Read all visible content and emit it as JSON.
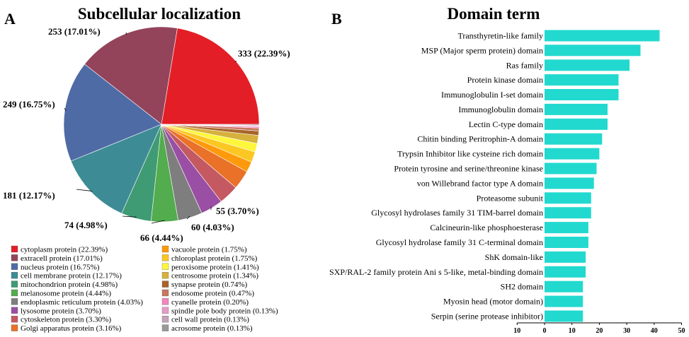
{
  "panel_a_letter": "A",
  "panel_b_letter": "B",
  "chart_data": [
    {
      "type": "pie",
      "title": "Subcellular localization",
      "slices": [
        {
          "name": "cytoplasm protein",
          "value": 333,
          "percent": 22.39,
          "color": "#e41e26",
          "legend": "cytoplasm protein (22.39%)",
          "label": "333 (22.39%)"
        },
        {
          "name": "extracell protein",
          "value": 253,
          "percent": 17.01,
          "color": "#93445b",
          "legend": "extracell protein (17.01%)",
          "label": "253 (17.01%)"
        },
        {
          "name": "nucleus protein",
          "value": 249,
          "percent": 16.75,
          "color": "#4f6ba5",
          "legend": "nucleus protein (16.75%)",
          "label": "249 (16.75%)"
        },
        {
          "name": "cell membrane protein",
          "value": 181,
          "percent": 12.17,
          "color": "#3d8b95",
          "legend": "cell membrane protein (12.17%)",
          "label": "181 (12.17%)"
        },
        {
          "name": "mitochondrion protein",
          "value": 74,
          "percent": 4.98,
          "color": "#3f9b73",
          "legend": "mitochondrion protein (4.98%)",
          "label": "74 (4.98%)"
        },
        {
          "name": "melanosome protein",
          "value": 66,
          "percent": 4.44,
          "color": "#53ac4e",
          "legend": "melanosome protein (4.44%)",
          "label": "66 (4.44%)"
        },
        {
          "name": "endoplasmic reticulum protein",
          "value": 60,
          "percent": 4.03,
          "color": "#7e7e7e",
          "legend": "endoplasmic reticulum protein (4.03%)",
          "label": "60 (4.03%)"
        },
        {
          "name": "lysosome protein",
          "value": 55,
          "percent": 3.7,
          "color": "#9a4fa4",
          "legend": "lysosome protein (3.70%)",
          "label": "55 (3.70%)"
        },
        {
          "name": "cytoskeleton protein",
          "value": 49,
          "percent": 3.3,
          "color": "#c45961",
          "legend": "cytoskeleton protein (3.30%)",
          "label": ""
        },
        {
          "name": "Golgi apparatus protein",
          "value": 47,
          "percent": 3.16,
          "color": "#e97128",
          "legend": "Golgi apparatus protein (3.16%)",
          "label": ""
        },
        {
          "name": "vacuole protein",
          "value": 26,
          "percent": 1.75,
          "color": "#fd9a0c",
          "legend": "vacuole protein (1.75%)",
          "label": ""
        },
        {
          "name": "chloroplast protein",
          "value": 26,
          "percent": 1.75,
          "color": "#fbc723",
          "legend": "chloroplast protein (1.75%)",
          "label": ""
        },
        {
          "name": "peroxisome protein",
          "value": 21,
          "percent": 1.41,
          "color": "#fef63b",
          "legend": "peroxisome protein (1.41%)",
          "label": ""
        },
        {
          "name": "centrosome protein",
          "value": 20,
          "percent": 1.34,
          "color": "#d6b13c",
          "legend": "centrosome protein  (1.34%)",
          "label": ""
        },
        {
          "name": "synapse protein",
          "value": 11,
          "percent": 0.74,
          "color": "#a8652a",
          "legend": "synapse protein (0.74%)",
          "label": ""
        },
        {
          "name": "endosome protein",
          "value": 7,
          "percent": 0.47,
          "color": "#c7785f",
          "legend": "endosome protein (0.47%)",
          "label": ""
        },
        {
          "name": "cyanelle protein",
          "value": 3,
          "percent": 0.2,
          "color": "#f286bd",
          "legend": "cyanelle protein (0.20%)",
          "label": ""
        },
        {
          "name": "spindle pole body protein",
          "value": 2,
          "percent": 0.13,
          "color": "#e59cc6",
          "legend": "spindle pole body protein (0.13%)",
          "label": ""
        },
        {
          "name": "cell wall protein",
          "value": 2,
          "percent": 0.13,
          "color": "#c2a3b9",
          "legend": "cell wall protein (0.13%)",
          "label": ""
        },
        {
          "name": "acrosome protein",
          "value": 2,
          "percent": 0.13,
          "color": "#999999",
          "legend": "acrosome protein (0.13%)",
          "label": ""
        }
      ]
    },
    {
      "type": "bar",
      "orientation": "horizontal",
      "title": "Domain term",
      "bar_color": "#22d9cf",
      "categories": [
        "Transthyretin-like family",
        "MSP (Major sperm protein) domain",
        "Ras family",
        "Protein kinase domain",
        "Immunoglobulin I-set domain",
        "Immunoglobulin domain",
        "Lectin C-type domain",
        "Chitin binding Peritrophin-A domain",
        "Trypsin Inhibitor like cysteine rich domain",
        "Protein tyrosine and serine/threonine kinase",
        "von Willebrand factor type A domain",
        "Proteasome subunit",
        "Glycosyl hydrolases family 31 TIM-barrel domain",
        "Calcineurin-like phosphoesterase",
        "Glycosyl hydrolase family 31 C-terminal domain",
        "ShK domain-like",
        "SXP/RAL-2 family protein Ani s 5-like, metal-binding domain",
        "SH2 domain",
        "Myosin head (motor domain)",
        "Serpin (serine protease inhibitor)"
      ],
      "values": [
        42,
        35,
        31,
        27,
        27,
        23,
        23,
        21,
        20,
        19,
        18,
        17,
        17,
        16,
        16,
        15,
        15,
        14,
        14,
        14
      ],
      "xlim": [
        -10,
        50
      ],
      "xticks": [
        10,
        0,
        10,
        20,
        30,
        40,
        50
      ]
    }
  ]
}
